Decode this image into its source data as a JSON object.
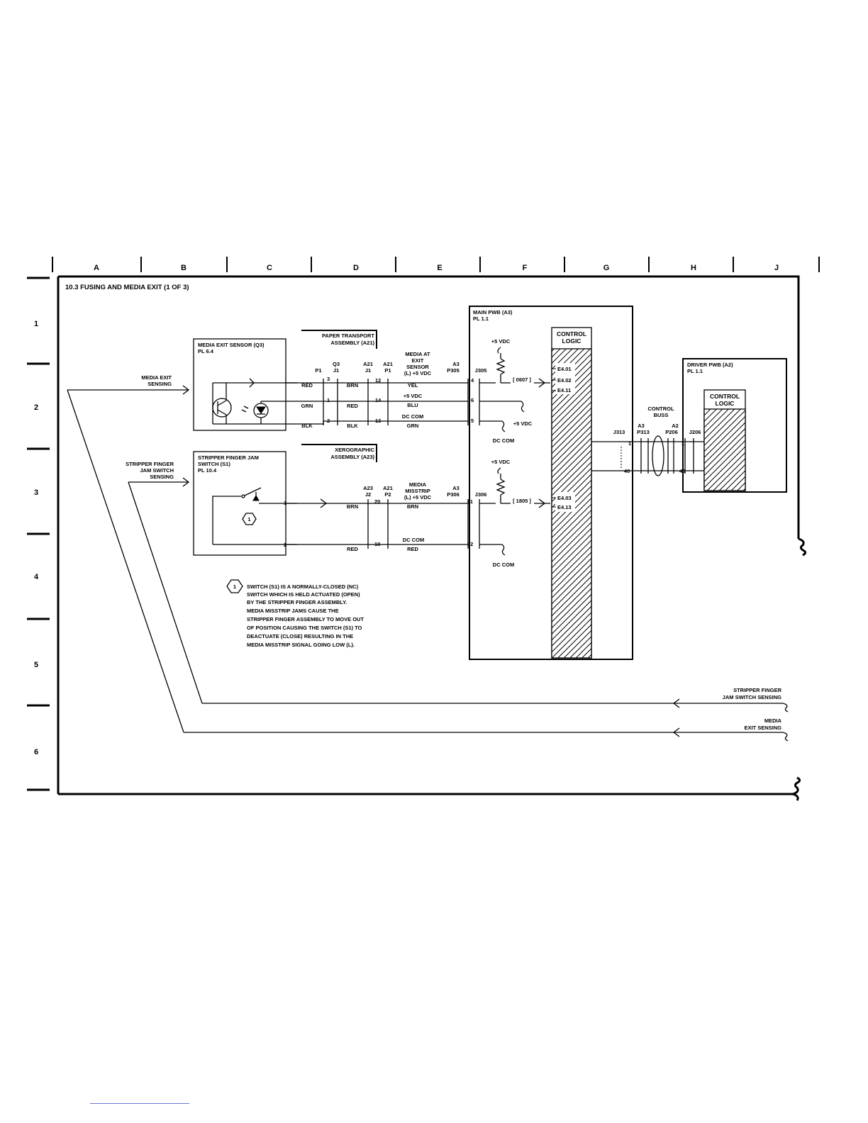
{
  "title": "10.3  FUSING AND MEDIA EXIT (1 OF 3)",
  "columns": [
    "A",
    "B",
    "C",
    "D",
    "E",
    "F",
    "G",
    "H",
    "J"
  ],
  "rows": [
    "1",
    "2",
    "3",
    "4",
    "5",
    "6"
  ],
  "components": {
    "media_exit_sensor": {
      "name": "MEDIA EXIT SENSOR (Q3)",
      "ref": "PL 6.4"
    },
    "stripper_switch": {
      "name1": "STRIPPER FINGER JAM",
      "name2": "SWITCH (S1)",
      "ref": "PL 10.4"
    },
    "paper_transport": {
      "line1": "PAPER TRANSPORT",
      "line2": "ASSEMBLY (A21)"
    },
    "xerographic": {
      "line1": "XEROGRAPHIC",
      "line2": "ASSEMBLY (A23)"
    },
    "main_pwb": {
      "name": "MAIN PWB (A3)",
      "ref": "PL 1.1"
    },
    "control_logic_main": {
      "line1": "CONTROL",
      "line2": "LOGIC"
    },
    "driver_pwb": {
      "name": "DRIVER PWB (A2)",
      "ref": "PL 1.1"
    },
    "control_logic_driver": {
      "line1": "CONTROL",
      "line2": "LOGIC"
    }
  },
  "signals": {
    "media_exit_sensing_left": {
      "line1": "MEDIA EXIT",
      "line2": "SENSING"
    },
    "stripper_sensing_left": {
      "line1": "STRIPPER FINGER",
      "line2": "JAM SWITCH",
      "line3": "SENSING"
    },
    "media_at_exit": {
      "line1": "MEDIA AT",
      "line2": "EXIT",
      "line3": "SENSOR",
      "line4": "(L) +5 VDC"
    },
    "media_misstrip": {
      "line1": "MEDIA",
      "line2": "MISSTRIP",
      "line3": "(L) +5 VDC"
    },
    "plus5": "+5 VDC",
    "plus5_b": "+5 VDC",
    "plus5_c": "+5 VDC",
    "plus5_d": "+5 VDC",
    "dc_com": "DC COM",
    "dc_com_b": "DC COM",
    "dc_com_c": "DC COM",
    "dc_com_d": "DC COM",
    "control_buss": {
      "line1": "CONTROL",
      "line2": "BUSS"
    },
    "stripper_sensing_right": {
      "line1": "STRIPPER FINGER",
      "line2": "JAM SWITCH SENSING"
    },
    "media_exit_sensing_right": {
      "line1": "MEDIA",
      "line2": "EXIT SENSING"
    },
    "code_0607": "[ 0607 ]",
    "code_1805": "[ 1805 ]"
  },
  "connectors": {
    "p1": "P1",
    "q3": "Q3",
    "j1a": "J1",
    "a21a": "A21",
    "j1b": "J1",
    "a21b": "A21",
    "p1b": "P1",
    "a3a": "A3",
    "p305": "P305",
    "j305": "J305",
    "a23": "A23",
    "j2": "J2",
    "a21c": "A21",
    "p2": "P2",
    "a3b": "A3",
    "p306": "P306",
    "j306": "J306",
    "j313": "J313",
    "a3c": "A3",
    "p313": "P313",
    "a2": "A2",
    "p206": "P206",
    "j206": "J206"
  },
  "pins": {
    "s3": "3",
    "s1": "1",
    "s2": "2",
    "m12": "12",
    "m14": "14",
    "m13": "13",
    "f4": "4",
    "f6": "6",
    "f5": "5",
    "x1": "1",
    "x2": "2",
    "m20": "20",
    "m10": "10",
    "f11": "11",
    "f12": "12",
    "b1": "1",
    "b40": "40",
    "b1b": "1",
    "b40b": "40"
  },
  "wires": {
    "red1": "RED",
    "grn1": "GRN",
    "blk1": "BLK",
    "brn1": "BRN",
    "red2": "RED",
    "blk2": "BLK",
    "yel": "YEL",
    "blu": "BLU",
    "grn2": "GRN",
    "brn2": "BRN",
    "brn3": "BRN",
    "red3": "RED",
    "red4": "RED"
  },
  "logic_pins": {
    "e401": "E4.01",
    "e402": "E4.02",
    "e411": "E4.11",
    "e403": "E4.03",
    "e413": "E4.13"
  },
  "note": {
    "number": "1",
    "lines": [
      "SWITCH (S1) IS A NORMALLY-CLOSED (NC)",
      "SWITCH WHICH IS HELD ACTUATED (OPEN)",
      "BY THE STRIPPER FINGER ASSEMBLY.",
      "MEDIA MISSTRIP JAMS CAUSE THE",
      "STRIPPER FINGER ASSEMBLY TO MOVE OUT",
      "OF POSITION CAUSING THE SWITCH (S1) TO",
      "DEACTUATE (CLOSE) RESULTING IN THE",
      "MEDIA MISSTRIP SIGNAL GOING LOW (L)."
    ]
  }
}
